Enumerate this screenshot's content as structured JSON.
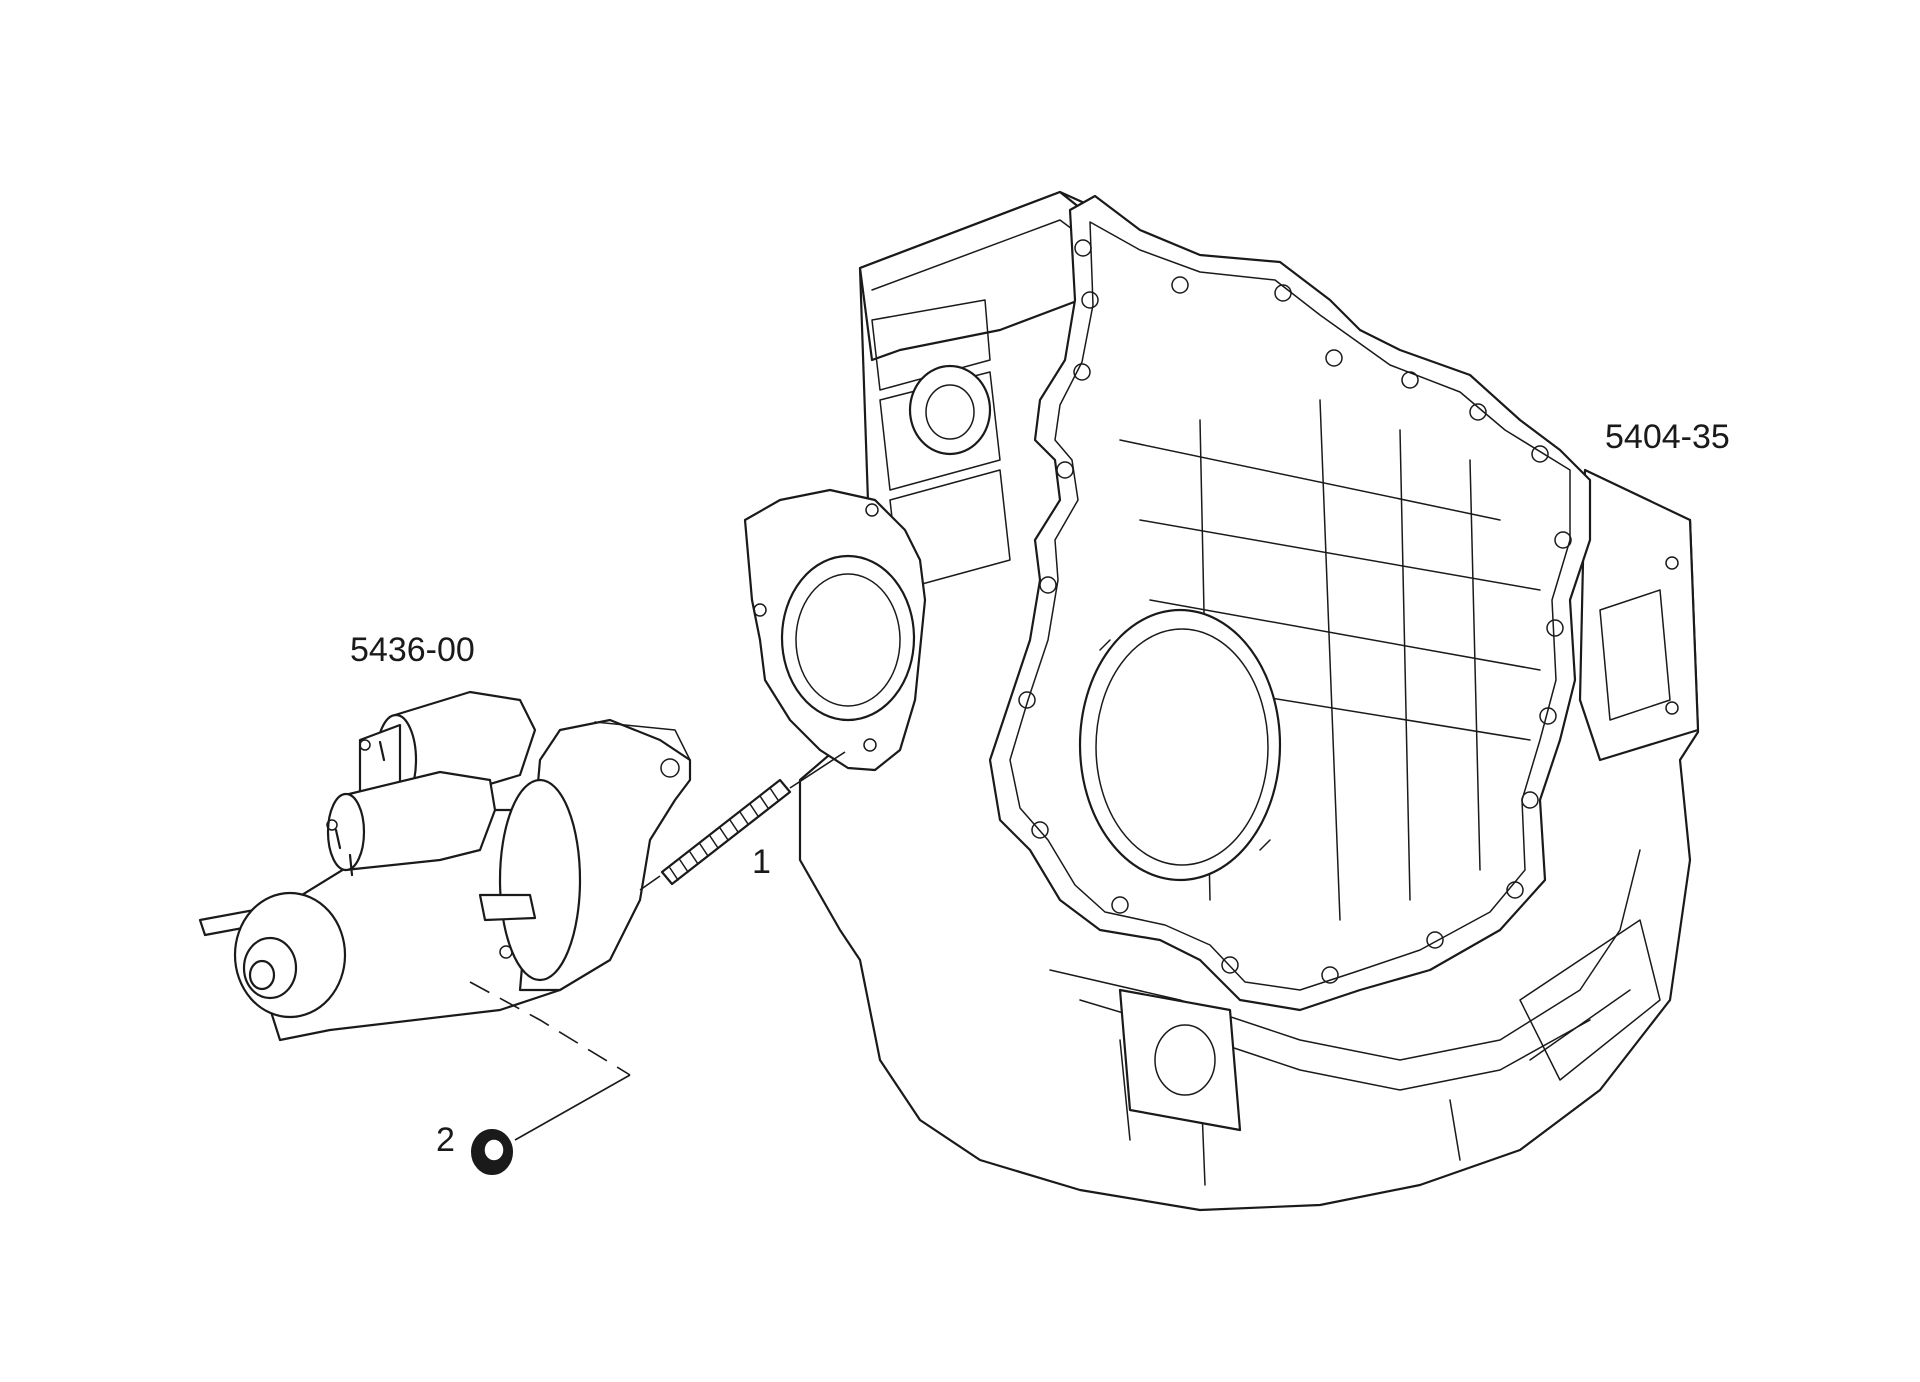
{
  "labels": {
    "housing_part_number": "5404-35",
    "starter_part_number": "5436-00",
    "stud_callout": "1",
    "nut_callout": "2"
  },
  "colors": {
    "line": "#1a1a1a",
    "background": "#ffffff"
  }
}
